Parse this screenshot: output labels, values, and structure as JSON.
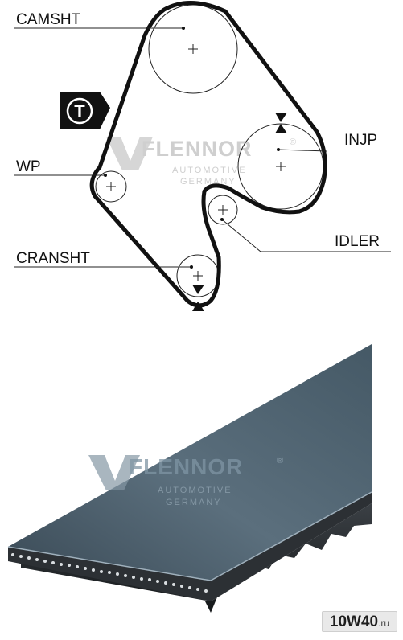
{
  "diagram": {
    "labels": {
      "camshaft": "CAMSHT",
      "injection_pump": "INJP",
      "water_pump": "WP",
      "idler": "IDLER",
      "crankshaft": "CRANSHT"
    },
    "tensioner_letter": "T"
  },
  "watermark": {
    "brand": "FLENNOR",
    "registered": "®",
    "line1": "AUTOMOTIVE",
    "line2": "GERMANY"
  },
  "site_badge": {
    "part1": "10",
    "part2": "W40",
    "part3": ".ru"
  },
  "colors": {
    "belt_outline": "#111111",
    "belt_top_surface": "#4f6372",
    "belt_edge": "#2a2d30",
    "watermark_gray": "#cfcfcf"
  }
}
